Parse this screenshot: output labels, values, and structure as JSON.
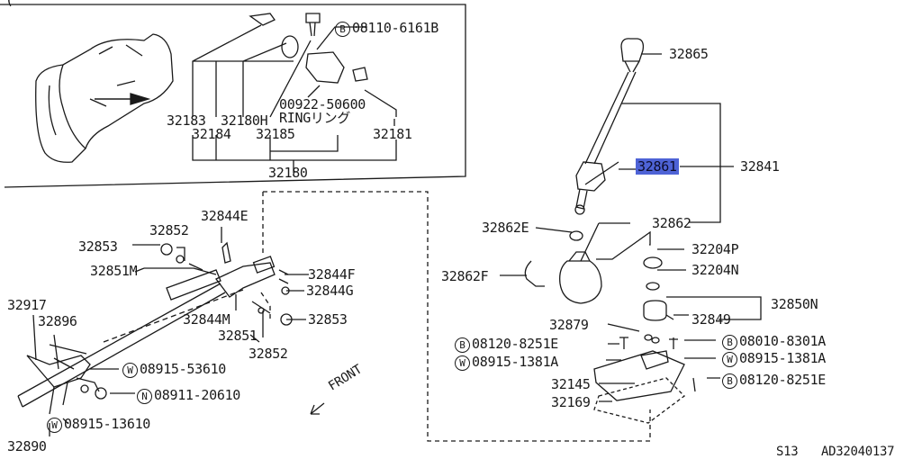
{
  "header_note": "(",
  "inset": {
    "labels": {
      "p32183": "32183",
      "p32180h": "32180H",
      "p32184": "32184",
      "p32185": "32185",
      "p32181": "32181",
      "p32180": "32180",
      "p00922": "00922-50600",
      "ring": "RINGリング",
      "bolt_prefix": "B",
      "bolt": "08110-6161B"
    }
  },
  "linkage": {
    "labels": {
      "p32844e": "32844E",
      "p32852a": "32852",
      "p32853a": "32853",
      "p32851m": "32851M",
      "p32844f": "32844F",
      "p32844g": "32844G",
      "p32844m": "32844M",
      "p32853b": "32853",
      "p32851": "32851",
      "p32852b": "32852",
      "p32917": "32917",
      "p32896": "32896",
      "p32890": "32890",
      "w1_prefix": "W",
      "w1": "08915-53610",
      "n_prefix": "N",
      "n": "08911-20610",
      "w2_prefix": "W",
      "w2": "08915-13610",
      "front": "FRONT"
    }
  },
  "shifter": {
    "labels": {
      "p32865": "32865",
      "p32861": "32861",
      "p32841": "32841",
      "p32862e": "32862E",
      "p32862": "32862",
      "p32204p": "32204P",
      "p32862f": "32862F",
      "p32204n": "32204N",
      "p32850n": "32850N",
      "p32849": "32849",
      "p32879": "32879",
      "b1_prefix": "B",
      "b1": "08120-8251E",
      "b2_prefix": "B",
      "b2": "08010-8301A",
      "w3_prefix": "W",
      "w3": "08915-1381A",
      "w4_prefix": "W",
      "w4": "08915-1381A",
      "p32145": "32145",
      "p32169": "32169",
      "b3_prefix": "B",
      "b3": "08120-8251E"
    },
    "highlight_color": "#4e63d6"
  },
  "footer": {
    "model": "S13",
    "code": "AD32040137"
  }
}
